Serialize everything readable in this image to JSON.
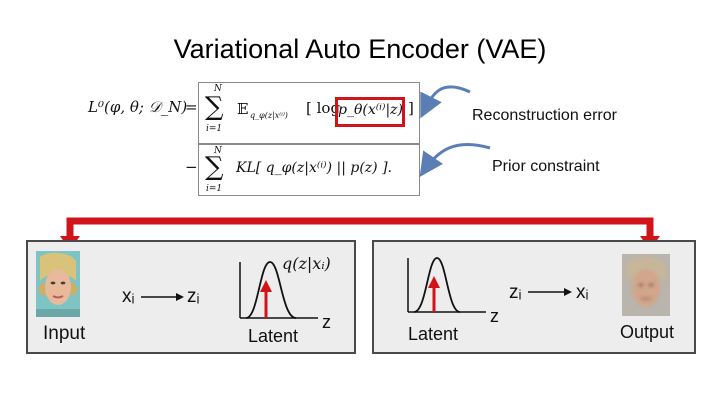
{
  "title": "Variational Auto Encoder (VAE)",
  "equation": {
    "lhs": "L⁰(φ, θ; 𝒟_N)",
    "eq_sign": "=",
    "minus_sign": "−",
    "sum_top": "N",
    "sum_bottom": "i=1",
    "term1": "𝔼_q_φ(z|x⁽ⁱ⁾) [ log p_θ(x⁽ⁱ⁾|z) ]",
    "term1_expectation": "𝔼",
    "term1_subscript": "q_φ(z|x⁽ⁱ⁾)",
    "term1_highlight": "p_θ(x⁽ⁱ⁾|z)",
    "term2": "KL[ q_φ(z|x⁽ⁱ⁾) || p(z) ].",
    "term2_text": "KL[ q_φ(z|x⁽ⁱ⁾) || p(z) ]."
  },
  "annotations": {
    "reconstruction": "Reconstruction error",
    "prior": "Prior constraint"
  },
  "encoder_panel": {
    "input_label": "Input",
    "x_label": "xᵢ",
    "z_label": "zᵢ",
    "dist_label": "q(z|xᵢ)",
    "latent_label": "Latent",
    "axis_label": "z"
  },
  "decoder_panel": {
    "z_label": "zᵢ",
    "x_label": "xᵢ",
    "latent_label": "Latent",
    "axis_label": "z",
    "output_label": "Output"
  },
  "colors": {
    "highlight_red": "#d0141a",
    "arrow_blue": "#5b7fb5",
    "panel_bg": "#ededed",
    "panel_border": "#4a4a4a"
  }
}
